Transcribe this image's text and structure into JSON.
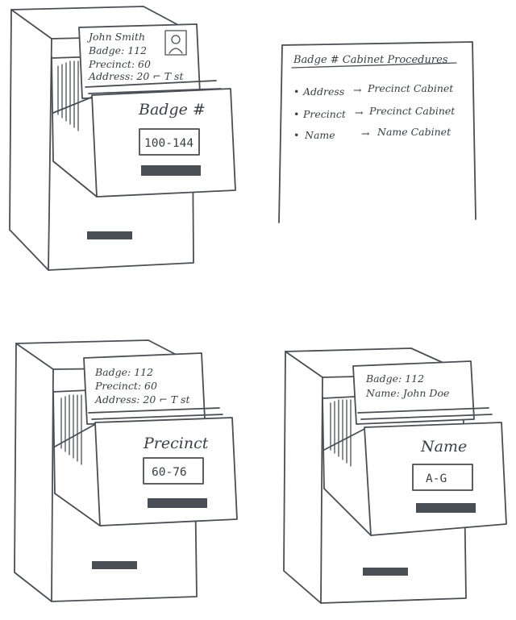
{
  "cabinets": [
    {
      "id": "badge",
      "drawer_label": "Badge #",
      "range": "100-144",
      "card_lines": [
        "John Smith",
        "Badge: 112",
        "Precinct: 60",
        "Address: 20 ⌐ T st"
      ],
      "has_photo": true
    },
    {
      "id": "precinct",
      "drawer_label": "Precinct",
      "range": "60-76",
      "card_lines": [
        "Badge: 112",
        "Precinct: 60",
        "Address: 20 ⌐ T st"
      ],
      "has_photo": false
    },
    {
      "id": "name",
      "drawer_label": "Name",
      "range": "A-G",
      "card_lines": [
        "Badge: 112",
        "Name: John Doe"
      ],
      "has_photo": false
    }
  ],
  "procedures": {
    "title": "Badge # Cabinet Procedures",
    "items": [
      {
        "from": "Address",
        "arrow": "→",
        "to": "Precinct Cabinet"
      },
      {
        "from": "Precinct",
        "arrow": "→",
        "to": "Precinct Cabinet"
      },
      {
        "from": "Name",
        "arrow": "→",
        "to": "Name Cabinet"
      }
    ]
  },
  "colors": {
    "ink": "#4a4f55",
    "paper": "#ffffff"
  }
}
